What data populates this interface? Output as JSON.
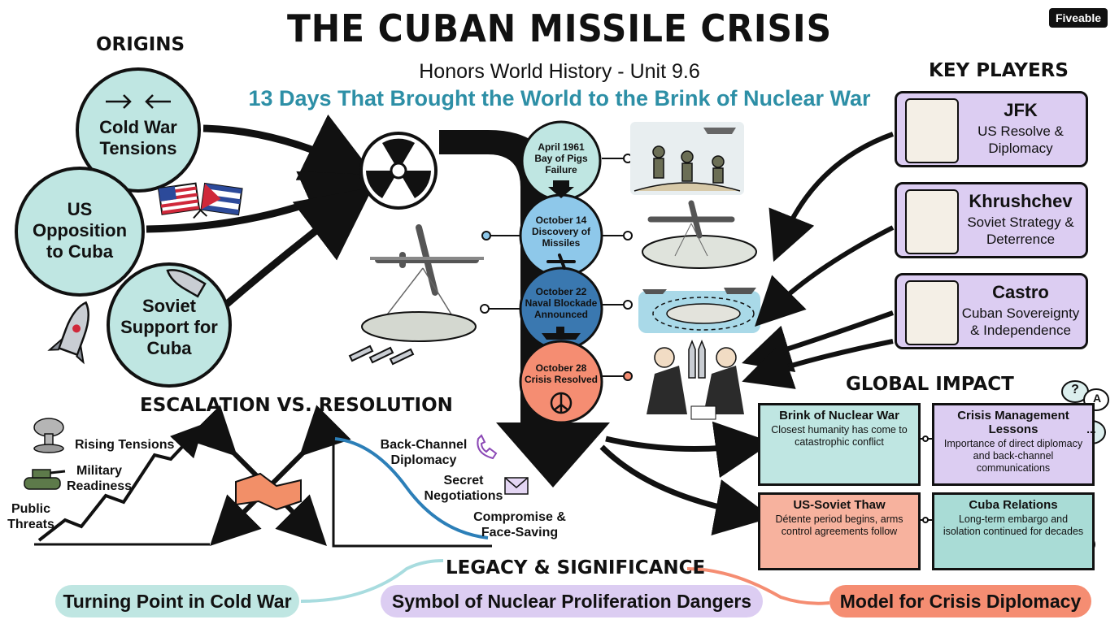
{
  "header": {
    "title": "THE CUBAN MISSILE CRISIS",
    "subtitle": "Honors World History - Unit 9.6",
    "tagline": "13 Days That Brought the World to the Brink of Nuclear War",
    "brand": "Fiveable"
  },
  "origins": {
    "heading": "ORIGINS",
    "items": [
      "Cold War Tensions",
      "US Opposition to Cuba",
      "Soviet Support for Cuba"
    ]
  },
  "timeline": [
    {
      "date": "April 1961",
      "event": "Bay of Pigs Failure"
    },
    {
      "date": "October 14",
      "event": "Discovery of Missiles"
    },
    {
      "date": "October 22",
      "event": "Naval Blockade Announced"
    },
    {
      "date": "October 28",
      "event": "Crisis Resolved"
    }
  ],
  "key_players": {
    "heading": "KEY PLAYERS",
    "players": [
      {
        "name": "JFK",
        "role": "US Resolve & Diplomacy"
      },
      {
        "name": "Khrushchev",
        "role": "Soviet Strategy & Deterrence"
      },
      {
        "name": "Castro",
        "role": "Cuban Sovereignty & Independence"
      }
    ]
  },
  "escalation": {
    "heading": "ESCALATION VS. RESOLUTION",
    "escalation_steps": [
      "Rising Tensions",
      "Military Readiness",
      "Public Threats"
    ],
    "resolution_steps": [
      "Back-Channel Diplomacy",
      "Secret Negotiations",
      "Compromise & Face-Saving"
    ]
  },
  "global_impact": {
    "heading": "GLOBAL IMPACT",
    "items": [
      {
        "title": "Brink of Nuclear War",
        "text": "Closest humanity has come to catastrophic conflict"
      },
      {
        "title": "Crisis Management Lessons",
        "text": "Importance of direct diplomacy and back-channel communications"
      },
      {
        "title": "US-Soviet Thaw",
        "text": "Détente period begins, arms control agreements follow"
      },
      {
        "title": "Cuba Relations",
        "text": "Long-term embargo and isolation continued for decades"
      }
    ],
    "chat_glyphs": [
      "?",
      "A",
      "..."
    ]
  },
  "legacy": {
    "heading": "LEGACY & SIGNIFICANCE",
    "items": [
      "Turning Point in Cold War",
      "Symbol of Nuclear Proliferation Dangers",
      "Model for Crisis Diplomacy"
    ]
  },
  "colors": {
    "teal": "#bfe6e2",
    "blue": "#8ec8ea",
    "navy": "#3a78b0",
    "salmon": "#f58d72",
    "lavender": "#dccdf2",
    "accent_blue": "#2d8fa6"
  },
  "icons": [
    "radiation-icon",
    "us-flag-icon",
    "cuba-flag-icon",
    "missile-icon",
    "bomber-icon",
    "soldiers-icon",
    "ships-icon",
    "handshake-icon",
    "phone-icon",
    "envelope-icon",
    "peace-icon",
    "thermometer-icon",
    "globe-icon",
    "mushroom-cloud-icon",
    "tank-icon"
  ]
}
